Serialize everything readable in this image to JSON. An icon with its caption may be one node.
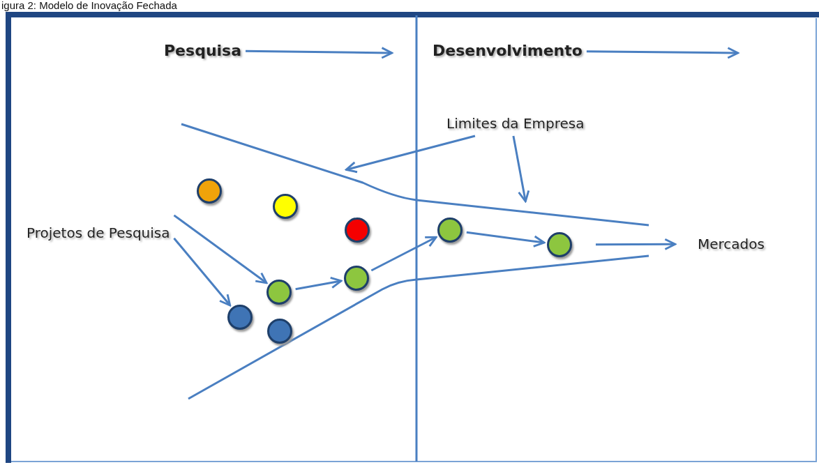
{
  "diagram": {
    "title": "igura 2: Modelo de Inovação Fechada",
    "nodes": [
      {
        "text": [
          "Pesquisa"
        ]
      },
      {
        "text": [
          "Desenvolvimento"
        ]
      },
      {
        "text": [
          "Limites da Empresa"
        ]
      },
      {
        "text": [],
        "shape": "circle"
      },
      {
        "text": [],
        "shape": "circle"
      },
      {
        "text": [],
        "shape": "circle"
      },
      {
        "text": [
          "Projetos de Pesquisa"
        ]
      },
      {
        "text": [],
        "shape": "circle"
      },
      {
        "text": [],
        "shape": "circle"
      },
      {
        "text": [
          "Mercados"
        ]
      },
      {
        "text": [],
        "shape": "circle"
      },
      {
        "text": [],
        "shape": "circle"
      },
      {
        "text": [],
        "shape": "circle"
      },
      {
        "text": [],
        "shape": "circle"
      }
    ],
    "edges": [
      {
        "from": 0,
        "to": null,
        "arrow": "to"
      },
      {
        "from": 1,
        "to": null,
        "arrow": "to"
      },
      {
        "from": 2,
        "to": null,
        "arrow": "to"
      },
      {
        "from": 2,
        "to": null,
        "arrow": "to"
      },
      {
        "from": 6,
        "to": 10,
        "arrow": "to"
      },
      {
        "from": 6,
        "to": 12,
        "arrow": "to"
      },
      {
        "from": 10,
        "to": 11,
        "arrow": "to"
      },
      {
        "from": 11,
        "to": 7,
        "arrow": "to"
      },
      {
        "from": 7,
        "to": 8,
        "arrow": "to"
      },
      {
        "from": 8,
        "to": 9,
        "arrow": "to"
      }
    ]
  }
}
